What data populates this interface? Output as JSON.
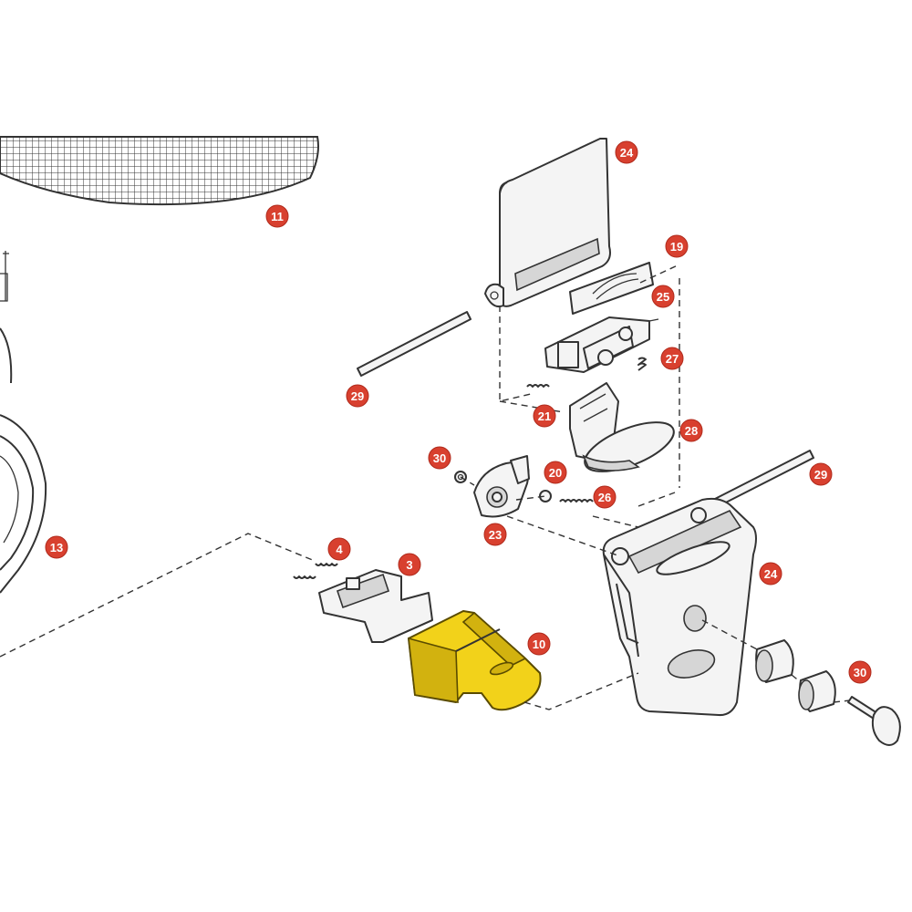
{
  "diagram": {
    "labels": [
      {
        "id": "label-11",
        "text": "11"
      },
      {
        "id": "label-13",
        "text": "13"
      },
      {
        "id": "label-24-top",
        "text": "24"
      },
      {
        "id": "label-19",
        "text": "19"
      },
      {
        "id": "label-25",
        "text": "25"
      },
      {
        "id": "label-27",
        "text": "27"
      },
      {
        "id": "label-29-left",
        "text": "29"
      },
      {
        "id": "label-21",
        "text": "21"
      },
      {
        "id": "label-28",
        "text": "28"
      },
      {
        "id": "label-30-mid",
        "text": "30"
      },
      {
        "id": "label-20",
        "text": "20"
      },
      {
        "id": "label-26",
        "text": "26"
      },
      {
        "id": "label-23",
        "text": "23"
      },
      {
        "id": "label-29-right",
        "text": "29"
      },
      {
        "id": "label-4",
        "text": "4"
      },
      {
        "id": "label-3",
        "text": "3"
      },
      {
        "id": "label-24-right",
        "text": "24"
      },
      {
        "id": "label-10",
        "text": "10"
      },
      {
        "id": "label-30-bottom",
        "text": "30"
      }
    ],
    "colors": {
      "label": "#d8402f",
      "highlight": "#f2d21a",
      "linework": "#333333"
    }
  }
}
